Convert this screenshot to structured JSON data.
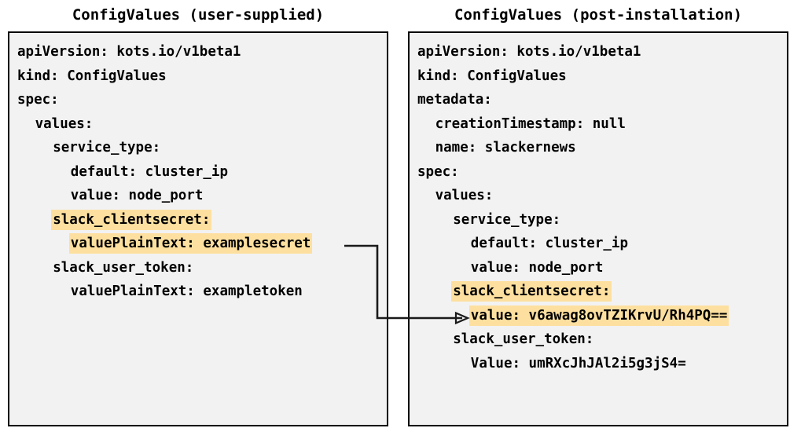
{
  "diagram": {
    "title_left": "ConfigValues (user-supplied)",
    "title_right": "ConfigValues (post-installation)",
    "highlight_color": "#fde0a0",
    "box_fill": "#f2f2f2",
    "box_border": "#000000",
    "connector_label": ""
  },
  "left_panel": {
    "lines": [
      {
        "indent": 0,
        "text": "apiVersion: kots.io/v1beta1",
        "highlight": false
      },
      {
        "indent": 0,
        "text": "kind: ConfigValues",
        "highlight": false
      },
      {
        "indent": 0,
        "text": "spec:",
        "highlight": false
      },
      {
        "indent": 1,
        "text": "values:",
        "highlight": false
      },
      {
        "indent": 2,
        "text": "service_type:",
        "highlight": false
      },
      {
        "indent": 3,
        "text": "default: cluster_ip",
        "highlight": false
      },
      {
        "indent": 3,
        "text": "value: node_port",
        "highlight": false
      },
      {
        "indent": 2,
        "text": "slack_clientsecret:",
        "highlight": true
      },
      {
        "indent": 3,
        "text": "valuePlainText: examplesecret",
        "highlight": true
      },
      {
        "indent": 2,
        "text": "slack_user_token:",
        "highlight": false
      },
      {
        "indent": 3,
        "text": "valuePlainText: exampletoken",
        "highlight": false
      }
    ]
  },
  "right_panel": {
    "lines": [
      {
        "indent": 0,
        "text": "apiVersion: kots.io/v1beta1",
        "highlight": false
      },
      {
        "indent": 0,
        "text": "kind: ConfigValues",
        "highlight": false
      },
      {
        "indent": 0,
        "text": "metadata:",
        "highlight": false
      },
      {
        "indent": 1,
        "text": "creationTimestamp: null",
        "highlight": false
      },
      {
        "indent": 1,
        "text": "name: slackernews",
        "highlight": false
      },
      {
        "indent": 0,
        "text": "spec:",
        "highlight": false
      },
      {
        "indent": 1,
        "text": "values:",
        "highlight": false
      },
      {
        "indent": 2,
        "text": "service_type:",
        "highlight": false
      },
      {
        "indent": 3,
        "text": "default: cluster_ip",
        "highlight": false
      },
      {
        "indent": 3,
        "text": "value: node_port",
        "highlight": false
      },
      {
        "indent": 2,
        "text": "slack_clientsecret:",
        "highlight": true
      },
      {
        "indent": 3,
        "text": "value: v6awag8ovTZIKrvU/Rh4PQ==",
        "highlight": true
      },
      {
        "indent": 2,
        "text": "slack_user_token:",
        "highlight": false
      },
      {
        "indent": 3,
        "text": "Value: umRXcJhJAl2i5g3jS4=",
        "highlight": false
      }
    ]
  }
}
